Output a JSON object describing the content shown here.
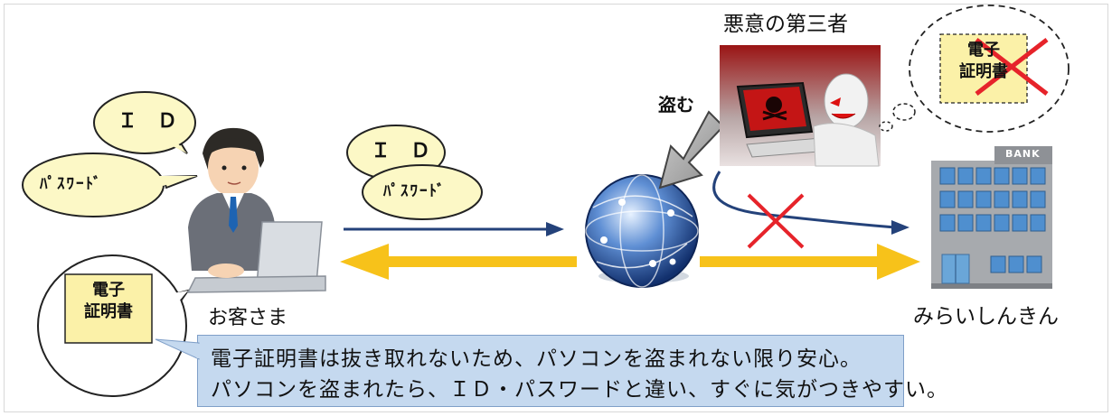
{
  "customer": {
    "label": "お客さま",
    "bubble_id": "ＩＤ",
    "bubble_password": "ﾊﾟｽﾜｰﾄﾞ"
  },
  "transit": {
    "bubble_id": "ＩＤ",
    "bubble_password": "ﾊﾟｽﾜｰﾄﾞ"
  },
  "attacker": {
    "label": "悪意の第三者",
    "steal_label": "盗む"
  },
  "certificate": {
    "customer_card": "電子\n証明書",
    "attacker_card": "電子\n証明書"
  },
  "bank": {
    "label": "みらいしんきん",
    "sign": "BANK"
  },
  "info": {
    "line1": "電子証明書は抜き取れないため、パソコンを盗まれない限り安心。",
    "line2": "パソコンを盗まれたら、ＩＤ・パスワードと違い、すぐに気がつきやすい。"
  },
  "colors": {
    "bubble_fill": "#fcf8c6",
    "cert_fill": "#fbf1a8",
    "info_fill": "#c5d9ef",
    "navy_arrow": "#24427a",
    "yellow_arrow": "#f7c21a",
    "red_x": "#e6232a"
  }
}
